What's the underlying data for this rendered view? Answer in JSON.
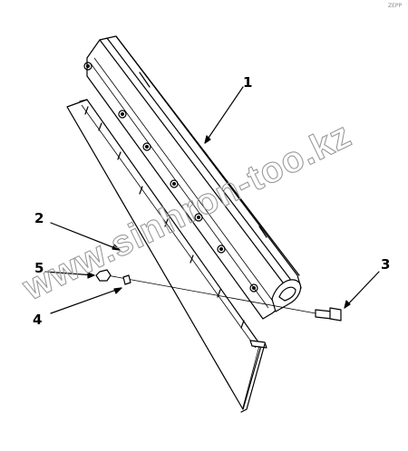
{
  "diagram": {
    "callouts": [
      {
        "id": "1",
        "label": "1"
      },
      {
        "id": "2",
        "label": "2"
      },
      {
        "id": "3",
        "label": "3"
      },
      {
        "id": "4",
        "label": "4"
      },
      {
        "id": "5",
        "label": "5"
      }
    ],
    "watermark": "www.sinhron-too.kz",
    "corner_mark": "ZEPP"
  }
}
